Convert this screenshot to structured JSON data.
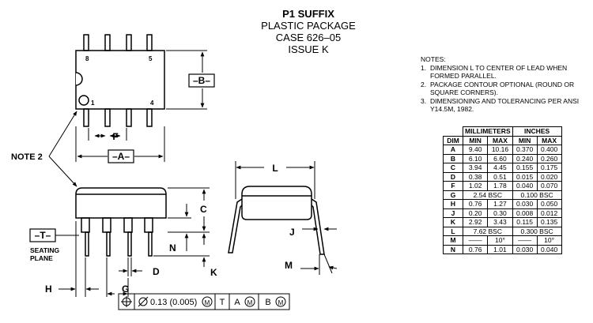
{
  "title": {
    "line1": "P1 SUFFIX",
    "line2": "PLASTIC PACKAGE",
    "line3": "CASE 626–05",
    "line4": "ISSUE K"
  },
  "notes": {
    "heading": "NOTES:",
    "items": [
      {
        "num": "1.",
        "text": "DIMENSION L TO CENTER OF LEAD WHEN FORMED PARALLEL."
      },
      {
        "num": "2.",
        "text": "PACKAGE CONTOUR OPTIONAL (ROUND OR SQUARE CORNERS)."
      },
      {
        "num": "3.",
        "text": "DIMENSIONING AND TOLERANCING PER ANSI Y14.5M, 1982."
      }
    ]
  },
  "table": {
    "group_headers": [
      "MILLIMETERS",
      "INCHES"
    ],
    "columns": [
      "DIM",
      "MIN",
      "MAX",
      "MIN",
      "MAX"
    ],
    "rows": [
      [
        "A",
        "9.40",
        "10.16",
        "0.370",
        "0.400"
      ],
      [
        "B",
        "6.10",
        "6.60",
        "0.240",
        "0.260"
      ],
      [
        "C",
        "3.94",
        "4.45",
        "0.155",
        "0.175"
      ],
      [
        "D",
        "0.38",
        "0.51",
        "0.015",
        "0.020"
      ],
      [
        "F",
        "1.02",
        "1.78",
        "0.040",
        "0.070"
      ],
      [
        "G",
        "2.54 BSC",
        "",
        "0.100 BSC",
        ""
      ],
      [
        "H",
        "0.76",
        "1.27",
        "0.030",
        "0.050"
      ],
      [
        "J",
        "0.20",
        "0.30",
        "0.008",
        "0.012"
      ],
      [
        "K",
        "2.92",
        "3.43",
        "0.115",
        "0.135"
      ],
      [
        "L",
        "7.62 BSC",
        "",
        "0.300 BSC",
        ""
      ],
      [
        "M",
        "——",
        "10°",
        "——",
        "10°"
      ],
      [
        "N",
        "0.76",
        "1.01",
        "0.030",
        "0.040"
      ]
    ]
  },
  "drawing": {
    "pin8": "8",
    "pin5": "5",
    "pin1": "1",
    "pin4": "4",
    "datum_b": "–B–",
    "datum_a": "–A–",
    "datum_t": "–T–",
    "seating_plane_1": "SEATING",
    "seating_plane_2": "PLANE",
    "note2": "NOTE 2",
    "dim_f": "F",
    "dim_l": "L",
    "dim_c": "C",
    "dim_n": "N",
    "dim_d": "D",
    "dim_k": "K",
    "dim_h": "H",
    "dim_g": "G",
    "dim_j": "J",
    "dim_m": "M",
    "fcf_tolerance": "0.13 (0.005)",
    "fcf_datum_t": "T",
    "fcf_datum_a": "A",
    "fcf_datum_b": "B",
    "fcf_mmc": "M"
  }
}
